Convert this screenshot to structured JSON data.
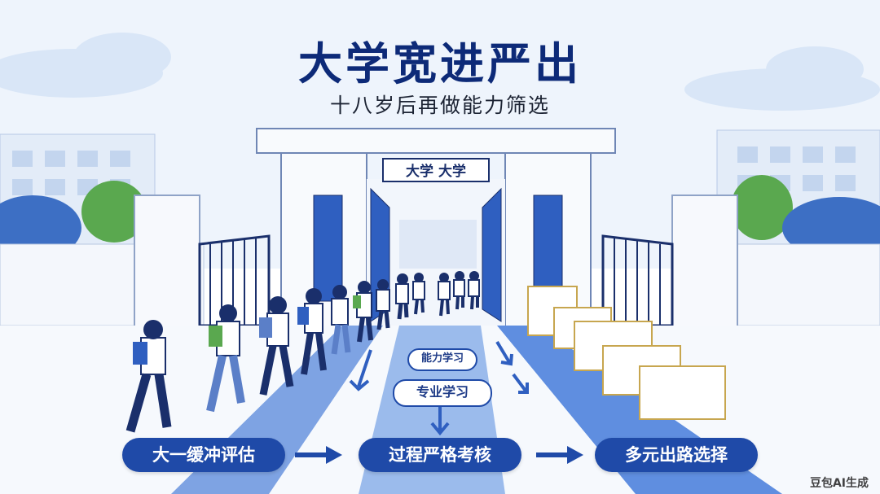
{
  "title": "大学宽进严出",
  "subtitle": "十八岁后再做能力筛选",
  "gate_sign": "大学 大学",
  "road_labels": {
    "top": "能力学习",
    "middle": "专业学习"
  },
  "steps": [
    {
      "label": "大一缓冲评估"
    },
    {
      "label": "过程严格考核"
    },
    {
      "label": "多元出路选择"
    }
  ],
  "watermark": "豆包AI生成",
  "colors": {
    "primary": "#1f4aa8",
    "title": "#0d2a78",
    "sky": "#dbe8f8"
  }
}
